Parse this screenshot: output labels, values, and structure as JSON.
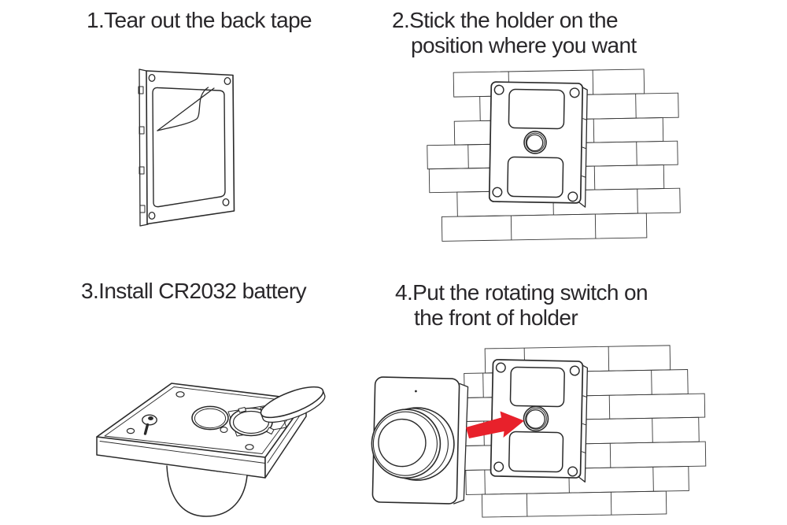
{
  "meta": {
    "background": "#ffffff",
    "ink": "#2a2a2a",
    "brick_line": "#383838",
    "text_color": "#29272a",
    "accent_red": "#e8212b"
  },
  "steps": [
    {
      "number": 1,
      "title_lines": [
        "1.Tear out the back tape"
      ],
      "illustration": "mounting-plate-with-back-tape-being-peeled"
    },
    {
      "number": 2,
      "title_lines": [
        "2.Stick the holder on the",
        "position where you want"
      ],
      "illustration": "holder-plate-stuck-on-brick-wall"
    },
    {
      "number": 3,
      "title_lines": [
        "3.Install CR2032 battery"
      ],
      "illustration": "switch-back-panel-with-cr2032-coin-battery"
    },
    {
      "number": 4,
      "title_lines": [
        "4.Put the rotating switch on",
        "the front of holder"
      ],
      "illustration": "rotating-switch-attaching-to-wall-holder",
      "arrow": {
        "name": "red-direction-arrow",
        "direction": "right",
        "color": "#e8212b"
      }
    }
  ]
}
